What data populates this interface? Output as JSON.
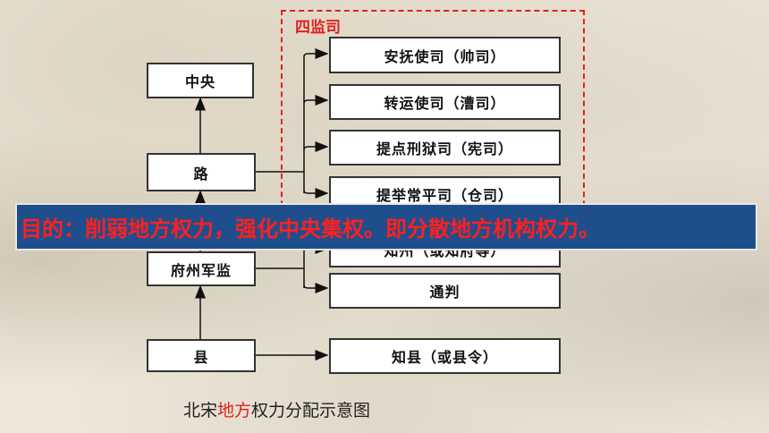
{
  "diagram": {
    "frame_label": "四监司",
    "nodes": {
      "central": "中央",
      "lu": "路",
      "fuzhou": "府州军监",
      "county": "县",
      "anfu": "安抚使司（帅司）",
      "zhuanyun": "转运使司（漕司）",
      "tidian": "提点刑狱司（宪司）",
      "tiju": "提举常平司（仓司）",
      "zhizhou": "知州（或知府等）",
      "tongpan": "通判",
      "zhixian": "知县（或县令）"
    }
  },
  "banner": {
    "text": "目的：削弱地方权力，强化中央集权。即分散地方机构权力。"
  },
  "caption": {
    "part1": "北宋",
    "part2": "地方",
    "part3": "权力分配示意图"
  },
  "colors": {
    "accent_red": "#e02020",
    "banner_blue": "#1f4e8c",
    "banner_text": "#ff2020"
  }
}
